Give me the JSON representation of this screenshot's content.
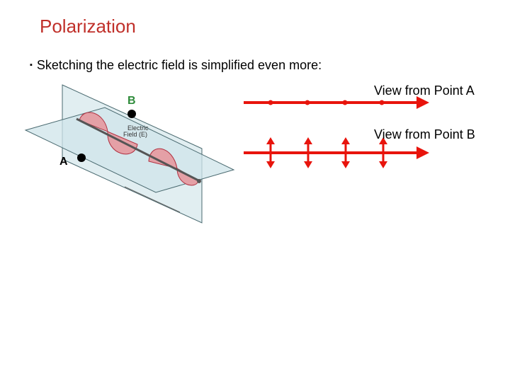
{
  "slide": {
    "title": "Polarization",
    "bullet": "Sketching the electric field is simplified even more:",
    "bullet_marker": "▪"
  },
  "diagram": {
    "point_a_label": "A",
    "point_b_label": "B",
    "field_label_line1": "Electric",
    "field_label_line2": "Field (E)",
    "view_a_label": "View from Point A",
    "view_b_label": "View from Point B",
    "view_a_dot_count": 4,
    "view_b_arrow_count": 4
  },
  "colors": {
    "title": "#c0302a",
    "arrow": "#e8140c",
    "label_b": "#2e8b3a",
    "plane_fill": "#dcebef",
    "wave_fill": "#e4a0a6"
  }
}
